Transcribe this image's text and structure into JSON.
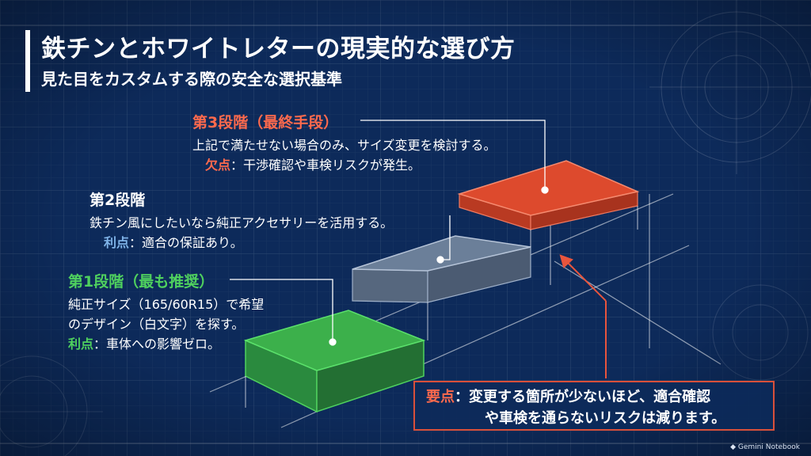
{
  "title": "鉄チンとホワイトレターの現実的な選び方",
  "subtitle": "見た目をカスタムする際の安全な選択基準",
  "colors": {
    "background": "#0d2a5a",
    "grid": "#5a7db3",
    "step1": "#3cb04b",
    "step2": "#6b7f99",
    "step3": "#dd4a2d",
    "accent_red": "#e8553d",
    "accent_green": "#4fd15e",
    "accent_blue": "#7fb3e8"
  },
  "steps": [
    {
      "heading": "第1段階（最も推奨）",
      "lines": [
        "純正サイズ（165/60R15）で希望",
        "のデザイン（白文字）を探す。"
      ],
      "merit_label": "利点",
      "merit_text": "：車体への影響ゼロ。"
    },
    {
      "heading": "第2段階",
      "lines": [
        "鉄チン風にしたいなら純正アクセサリーを活用する。"
      ],
      "merit_label": "利点",
      "merit_text": "：適合の保証あり。"
    },
    {
      "heading": "第3段階（最終手段）",
      "lines": [
        "上記で満たせない場合のみ、サイズ変更を検討する。"
      ],
      "merit_label": "欠点",
      "merit_text": "：干渉確認や車検リスクが発生。"
    }
  ],
  "callout": {
    "label": "要点",
    "line1": "：変更する箇所が少ないほど、適合確認",
    "line2": "や車検を通らないリスクは減ります。"
  },
  "footer": {
    "brand": "Gemini Notebook"
  }
}
